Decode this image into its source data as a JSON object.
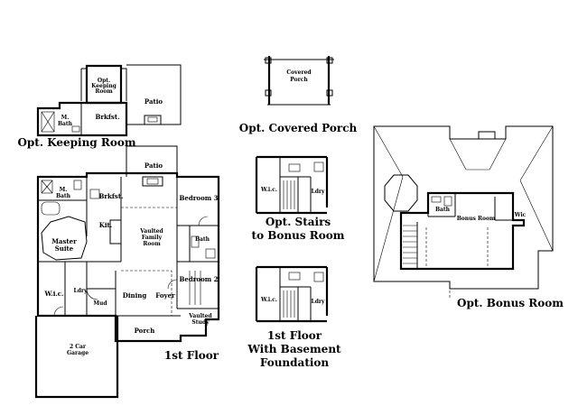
{
  "captions": {
    "keeping": "Opt. Keeping Room",
    "porch": "Opt. Covered Porch",
    "stairs_1": "Opt. Stairs",
    "stairs_2": "to Bonus Room",
    "first_floor": "1st Floor",
    "basement_1": "1st Floor",
    "basement_2": "With Basement",
    "basement_3": "Foundation",
    "bonus": "Opt. Bonus Room"
  },
  "keeping_plan": {
    "keeping_1": "Opt.",
    "keeping_2": "Keeping",
    "keeping_3": "Room",
    "patio": "Patio",
    "brkfst": "Brkfst.",
    "bath_1": "M.",
    "bath_2": "Bath"
  },
  "porch_plan": {
    "porch_1": "Covered",
    "porch_2": "Porch"
  },
  "main_plan": {
    "patio": "Patio",
    "m_bath_1": "M.",
    "m_bath_2": "Bath",
    "brkfst": "Brkfst.",
    "bedroom3": "Bedroom 3",
    "kit": "Kit.",
    "family_1": "Vaulted",
    "family_2": "Family",
    "family_3": "Room",
    "bath": "Bath",
    "master_1": "Master",
    "master_2": "Suite",
    "bedroom2": "Bedroom 2",
    "wic": "W.i.c.",
    "ldry": "Ldry",
    "mud": "Mud",
    "dining": "Dining",
    "foyer": "Foyer",
    "study_1": "Vaulted",
    "study_2": "Study",
    "porch": "Porch",
    "garage_1": "2 Car",
    "garage_2": "Garage"
  },
  "stairs_plan": {
    "wic": "W.i.c.",
    "ldry": "Ldry"
  },
  "basement_plan": {
    "wic": "W.i.c.",
    "ldry": "Ldry"
  },
  "bonus_plan": {
    "bath": "Bath",
    "bonus_room": "Bonus Room",
    "wic": "Wic"
  }
}
